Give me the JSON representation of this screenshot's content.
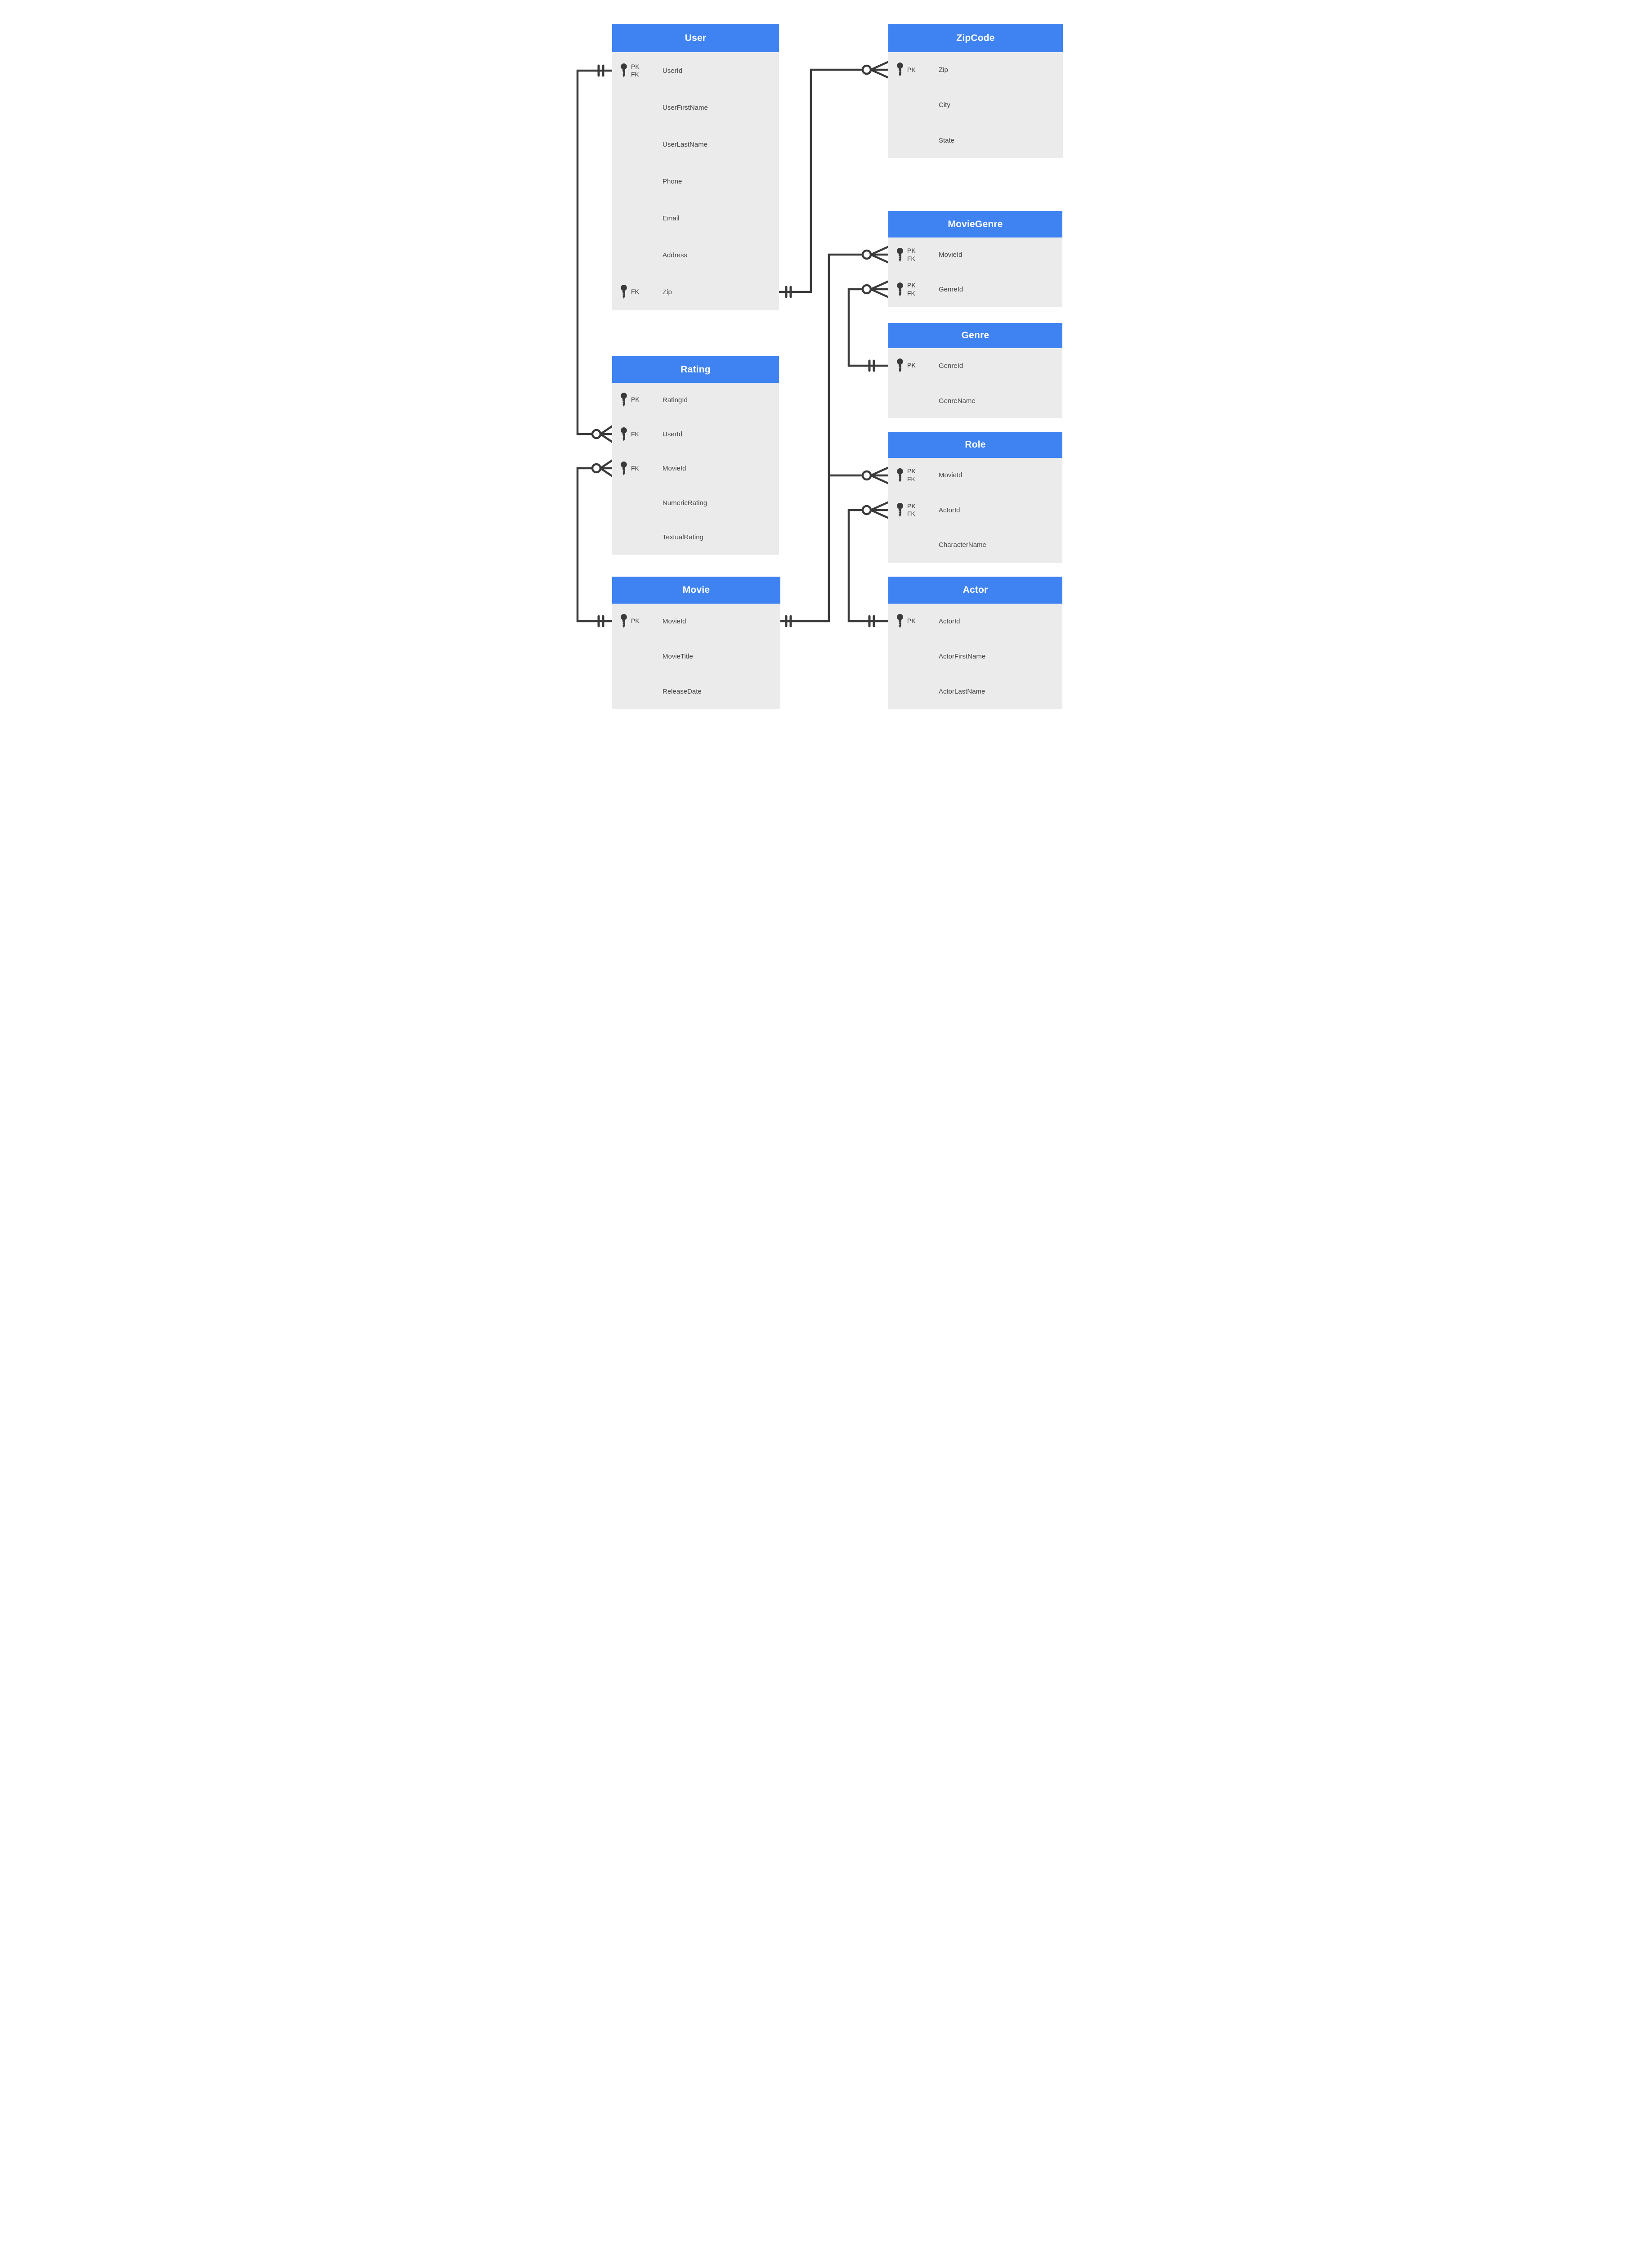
{
  "diagram": {
    "type": "entity-relationship-diagram",
    "colors": {
      "header_blue": "#3f83f2",
      "body_gray": "#ebebeb",
      "wire_dark": "#3a3a3a",
      "title_text": "#ffffff",
      "field_text": "#464646"
    },
    "key_labels": {
      "primary": "PK",
      "foreign": "FK"
    }
  },
  "tables": {
    "user": {
      "title": "User",
      "fields": [
        {
          "keys": [
            "PK",
            "FK"
          ],
          "name": "UserId"
        },
        {
          "keys": [],
          "name": "UserFirstName"
        },
        {
          "keys": [],
          "name": "UserLastName"
        },
        {
          "keys": [],
          "name": "Phone"
        },
        {
          "keys": [],
          "name": "Email"
        },
        {
          "keys": [],
          "name": "Address"
        },
        {
          "keys": [
            "FK"
          ],
          "name": "Zip"
        }
      ]
    },
    "zipcode": {
      "title": "ZipCode",
      "fields": [
        {
          "keys": [
            "PK"
          ],
          "name": "Zip"
        },
        {
          "keys": [],
          "name": "City"
        },
        {
          "keys": [],
          "name": "State"
        }
      ]
    },
    "moviegenre": {
      "title": "MovieGenre",
      "fields": [
        {
          "keys": [
            "PK",
            "FK"
          ],
          "name": "MovieId"
        },
        {
          "keys": [
            "PK",
            "FK"
          ],
          "name": "GenreId"
        }
      ]
    },
    "genre": {
      "title": "Genre",
      "fields": [
        {
          "keys": [
            "PK"
          ],
          "name": "GenreId"
        },
        {
          "keys": [],
          "name": "GenreName"
        }
      ]
    },
    "role": {
      "title": "Role",
      "fields": [
        {
          "keys": [
            "PK",
            "FK"
          ],
          "name": "MovieId"
        },
        {
          "keys": [
            "PK",
            "FK"
          ],
          "name": "ActorId"
        },
        {
          "keys": [],
          "name": "CharacterName"
        }
      ]
    },
    "actor": {
      "title": "Actor",
      "fields": [
        {
          "keys": [
            "PK"
          ],
          "name": "ActorId"
        },
        {
          "keys": [],
          "name": "ActorFirstName"
        },
        {
          "keys": [],
          "name": "ActorLastName"
        }
      ]
    },
    "rating": {
      "title": "Rating",
      "fields": [
        {
          "keys": [
            "PK"
          ],
          "name": "RatingId"
        },
        {
          "keys": [
            "FK"
          ],
          "name": "UserId"
        },
        {
          "keys": [
            "FK"
          ],
          "name": "MovieId"
        },
        {
          "keys": [],
          "name": "NumericRating"
        },
        {
          "keys": [],
          "name": "TextualRating"
        }
      ]
    },
    "movie": {
      "title": "Movie",
      "fields": [
        {
          "keys": [
            "PK"
          ],
          "name": "MovieId"
        },
        {
          "keys": [],
          "name": "MovieTitle"
        },
        {
          "keys": [],
          "name": "ReleaseDate"
        }
      ]
    }
  },
  "relationships": [
    {
      "from": "User.UserId",
      "to": "Rating.UserId",
      "from_cardinality": "one-and-only-one",
      "to_cardinality": "zero-or-many"
    },
    {
      "from": "User.Zip",
      "to": "ZipCode.Zip",
      "from_cardinality": "one-and-only-one",
      "to_cardinality": "zero-or-many"
    },
    {
      "from": "Movie.MovieId",
      "to": "Rating.MovieId",
      "from_cardinality": "one-and-only-one",
      "to_cardinality": "zero-or-many"
    },
    {
      "from": "Movie.MovieId",
      "to": "MovieGenre.MovieId",
      "from_cardinality": "one-and-only-one",
      "to_cardinality": "zero-or-many"
    },
    {
      "from": "Movie.MovieId",
      "to": "Role.MovieId",
      "from_cardinality": "one-and-only-one",
      "to_cardinality": "zero-or-many"
    },
    {
      "from": "Genre.GenreId",
      "to": "MovieGenre.GenreId",
      "from_cardinality": "one-and-only-one",
      "to_cardinality": "zero-or-many"
    },
    {
      "from": "Actor.ActorId",
      "to": "Role.ActorId",
      "from_cardinality": "one-and-only-one",
      "to_cardinality": "zero-or-many"
    }
  ]
}
